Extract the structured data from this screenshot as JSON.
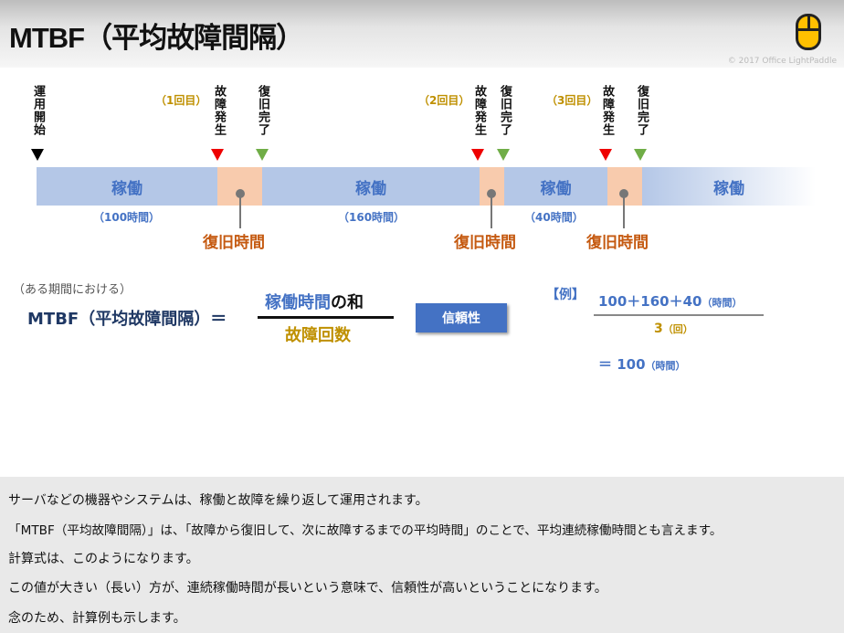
{
  "header": {
    "title": "MTBF（平均故障間隔）",
    "copyright": "© 2017 Office LightPaddle",
    "logo_icon": "mouse-icon"
  },
  "timeline": {
    "start_label": "運用開始",
    "fail_label": "故障発生",
    "recover_label": "復旧完了",
    "occurrences": [
      "（1回目）",
      "（2回目）",
      "（3回目）"
    ],
    "operation_label": "稼働",
    "durations": [
      "（100時間）",
      "（160時間）",
      "（40時間）"
    ],
    "recovery_time_label": "復旧時間"
  },
  "formula": {
    "note": "（ある期間における）",
    "lhs": "MTBF（平均故障間隔）＝",
    "num_a": "稼働時間",
    "num_b": "の和",
    "den": "故障回数",
    "reliability_button": "信頼性"
  },
  "example": {
    "label": "【例】",
    "numerator": "100＋160＋40",
    "num_unit": "（時間）",
    "denominator": "3",
    "den_unit": "（回）",
    "result": "＝ 100",
    "result_unit": "（時間）"
  },
  "description": [
    "サーバなどの機器やシステムは、稼働と故障を繰り返して運用されます。",
    "「MTBF（平均故障間隔）」は、「故障から復旧して、次に故障するまでの平均時間」のことで、平均連続稼働時間とも言えます。",
    "計算式は、このようになります。",
    "この値が大きい（長い）方が、連続稼働時間が長いという意味で、信頼性が高いということになります。",
    "念のため、計算例も示します。"
  ]
}
